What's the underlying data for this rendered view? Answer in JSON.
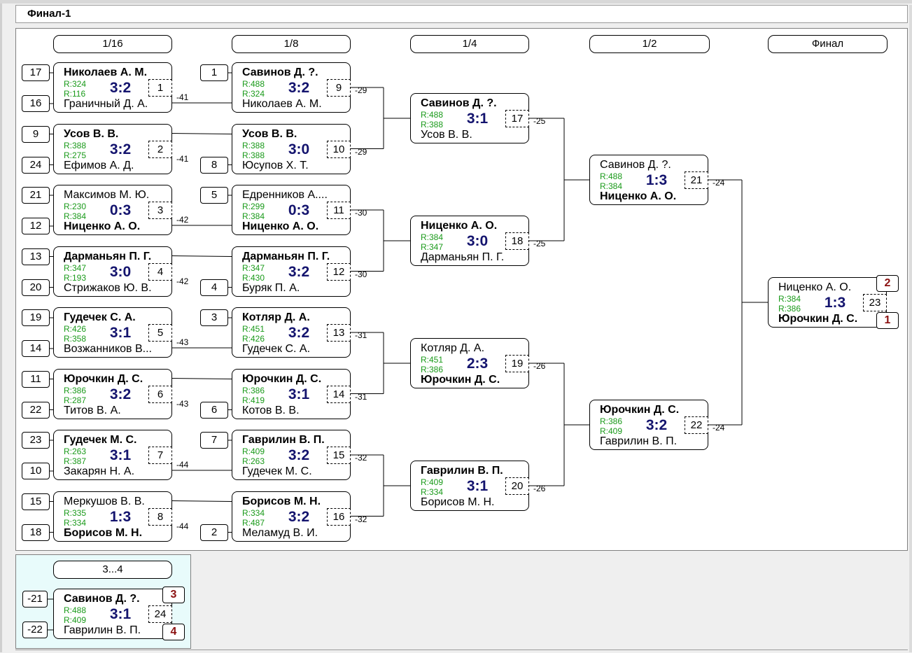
{
  "title": "Финал-1",
  "rounds": [
    "1/16",
    "1/8",
    "1/4",
    "1/2",
    "Финал"
  ],
  "third_round": "3...4",
  "matches": [
    {
      "num": "1",
      "p1": "Николаев А. М.",
      "p1b": true,
      "p2": "Граничный Д. А.",
      "p2b": false,
      "r1": "R:324",
      "r2": "R:116",
      "score": "3:2",
      "loser": "-41"
    },
    {
      "num": "2",
      "p1": "Усов В. В.",
      "p1b": true,
      "p2": "Ефимов А. Д.",
      "p2b": false,
      "r1": "R:388",
      "r2": "R:275",
      "score": "3:2",
      "loser": "-41"
    },
    {
      "num": "3",
      "p1": "Максимов М. Ю.",
      "p1b": false,
      "p2": "Ниценко А. О.",
      "p2b": true,
      "r1": "R:230",
      "r2": "R:384",
      "score": "0:3",
      "loser": "-42"
    },
    {
      "num": "4",
      "p1": "Дарманьян П. Г.",
      "p1b": true,
      "p2": "Стрижаков Ю. В.",
      "p2b": false,
      "r1": "R:347",
      "r2": "R:193",
      "score": "3:0",
      "loser": "-42"
    },
    {
      "num": "5",
      "p1": "Гудечек С. А.",
      "p1b": true,
      "p2": "Возжанников В...",
      "p2b": false,
      "r1": "R:426",
      "r2": "R:358",
      "score": "3:1",
      "loser": "-43"
    },
    {
      "num": "6",
      "p1": "Юрочкин Д. С.",
      "p1b": true,
      "p2": "Титов В. А.",
      "p2b": false,
      "r1": "R:386",
      "r2": "R:287",
      "score": "3:2",
      "loser": "-43"
    },
    {
      "num": "7",
      "p1": "Гудечек М. С.",
      "p1b": true,
      "p2": "Закарян Н. А.",
      "p2b": false,
      "r1": "R:263",
      "r2": "R:387",
      "score": "3:1",
      "loser": "-44"
    },
    {
      "num": "8",
      "p1": "Меркушов В. В.",
      "p1b": false,
      "p2": "Борисов М. Н.",
      "p2b": true,
      "r1": "R:335",
      "r2": "R:334",
      "score": "1:3",
      "loser": "-44"
    },
    {
      "num": "9",
      "p1": "Савинов Д. ?.",
      "p1b": true,
      "p2": "Николаев А. М.",
      "p2b": false,
      "r1": "R:488",
      "r2": "R:324",
      "score": "3:2",
      "loser": "-29"
    },
    {
      "num": "10",
      "p1": "Усов В. В.",
      "p1b": true,
      "p2": "Юсупов Х. Т.",
      "p2b": false,
      "r1": "R:388",
      "r2": "R:388",
      "score": "3:0",
      "loser": "-29"
    },
    {
      "num": "11",
      "p1": "Едренников А....",
      "p1b": false,
      "p2": "Ниценко А. О.",
      "p2b": true,
      "r1": "R:299",
      "r2": "R:384",
      "score": "0:3",
      "loser": "-30"
    },
    {
      "num": "12",
      "p1": "Дарманьян П. Г.",
      "p1b": true,
      "p2": "Буряк П. А.",
      "p2b": false,
      "r1": "R:347",
      "r2": "R:430",
      "score": "3:2",
      "loser": "-30"
    },
    {
      "num": "13",
      "p1": "Котляр Д. А.",
      "p1b": true,
      "p2": "Гудечек С. А.",
      "p2b": false,
      "r1": "R:451",
      "r2": "R:426",
      "score": "3:2",
      "loser": "-31"
    },
    {
      "num": "14",
      "p1": "Юрочкин Д. С.",
      "p1b": true,
      "p2": "Котов В. В.",
      "p2b": false,
      "r1": "R:386",
      "r2": "R:419",
      "score": "3:1",
      "loser": "-31"
    },
    {
      "num": "15",
      "p1": "Гаврилин В. П.",
      "p1b": true,
      "p2": "Гудечек М. С.",
      "p2b": false,
      "r1": "R:409",
      "r2": "R:263",
      "score": "3:2",
      "loser": "-32"
    },
    {
      "num": "16",
      "p1": "Борисов М. Н.",
      "p1b": true,
      "p2": "Меламуд В. И.",
      "p2b": false,
      "r1": "R:334",
      "r2": "R:487",
      "score": "3:2",
      "loser": "-32"
    },
    {
      "num": "17",
      "p1": "Савинов Д. ?.",
      "p1b": true,
      "p2": "Усов В. В.",
      "p2b": false,
      "r1": "R:488",
      "r2": "R:388",
      "score": "3:1",
      "loser": "-25"
    },
    {
      "num": "18",
      "p1": "Ниценко А. О.",
      "p1b": true,
      "p2": "Дарманьян П. Г.",
      "p2b": false,
      "r1": "R:384",
      "r2": "R:347",
      "score": "3:0",
      "loser": "-25"
    },
    {
      "num": "19",
      "p1": "Котляр Д. А.",
      "p1b": false,
      "p2": "Юрочкин Д. С.",
      "p2b": true,
      "r1": "R:451",
      "r2": "R:386",
      "score": "2:3",
      "loser": "-26"
    },
    {
      "num": "20",
      "p1": "Гаврилин В. П.",
      "p1b": true,
      "p2": "Борисов М. Н.",
      "p2b": false,
      "r1": "R:409",
      "r2": "R:334",
      "score": "3:1",
      "loser": "-26"
    },
    {
      "num": "21",
      "p1": "Савинов Д. ?.",
      "p1b": false,
      "p2": "Ниценко А. О.",
      "p2b": true,
      "r1": "R:488",
      "r2": "R:384",
      "score": "1:3",
      "loser": "-24"
    },
    {
      "num": "22",
      "p1": "Юрочкин Д. С.",
      "p1b": true,
      "p2": "Гаврилин В. П.",
      "p2b": false,
      "r1": "R:386",
      "r2": "R:409",
      "score": "3:2",
      "loser": "-24"
    },
    {
      "num": "23",
      "p1": "Ниценко А. О.",
      "p1b": false,
      "p2": "Юрочкин Д. С.",
      "p2b": true,
      "r1": "R:384",
      "r2": "R:386",
      "score": "1:3",
      "loser": ""
    },
    {
      "num": "24",
      "p1": "Савинов Д. ?.",
      "p1b": true,
      "p2": "Гаврилин В. П.",
      "p2b": false,
      "r1": "R:488",
      "r2": "R:409",
      "score": "3:1",
      "loser": ""
    }
  ],
  "seeds": [
    "17",
    "16",
    "9",
    "24",
    "21",
    "12",
    "13",
    "20",
    "19",
    "14",
    "11",
    "22",
    "23",
    "10",
    "15",
    "18"
  ],
  "seeds_r2": [
    "1",
    "8",
    "5",
    "4",
    "3",
    "6",
    "7",
    "2"
  ],
  "third_entries": [
    "-21",
    "-22"
  ],
  "places": {
    "final_top": "2",
    "final_bottom": "1",
    "third_top": "3",
    "third_bottom": "4"
  }
}
